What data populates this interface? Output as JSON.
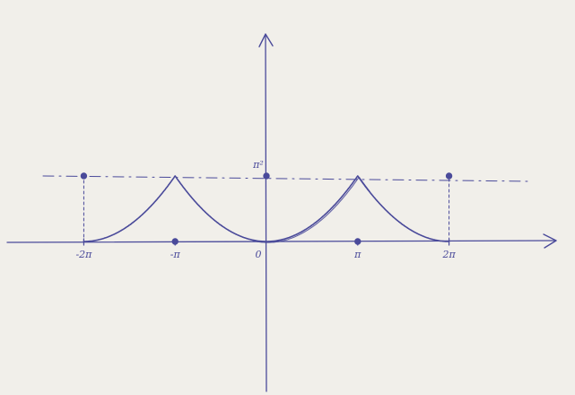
{
  "diagram": {
    "ink_color": "#4a4a9a",
    "paper_color": "#f1efea",
    "x_ticks": [
      {
        "x": -6.2832,
        "label": "-2π"
      },
      {
        "x": -3.1416,
        "label": "-π"
      },
      {
        "x": 0,
        "label": "0"
      },
      {
        "x": 3.1416,
        "label": "π"
      },
      {
        "x": 6.2832,
        "label": "2π"
      }
    ],
    "y_marks": [
      {
        "y": 9.8696,
        "label": "π²"
      }
    ],
    "points": [
      {
        "x": -6.2832,
        "y": 9.8696
      },
      {
        "x": -3.1416,
        "y": 0
      },
      {
        "x": 0,
        "y": 9.8696
      },
      {
        "x": 3.1416,
        "y": 0
      },
      {
        "x": 6.2832,
        "y": 9.8696
      }
    ],
    "dashed_level": 9.8696,
    "x_range": [
      -6.2832,
      6.2832
    ],
    "period": 6.2832
  }
}
